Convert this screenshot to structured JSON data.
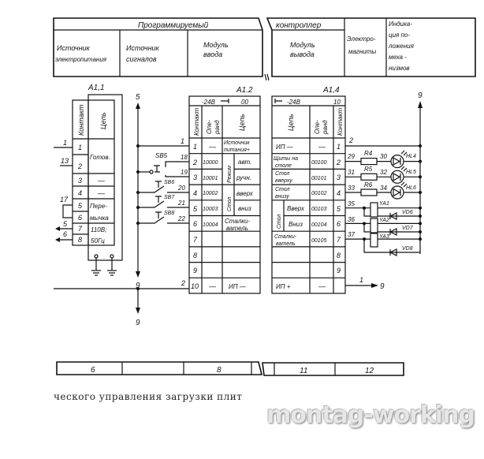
{
  "header": {
    "title_left": "Программируемый",
    "title_right": "контроллер",
    "cols": [
      {
        "l1": "Источник",
        "l2": "электропитания"
      },
      {
        "l1": "Источник",
        "l2": "сигналов"
      },
      {
        "l1": "Модуль",
        "l2": "ввода"
      },
      {
        "l1": "Модуль",
        "l2": "вывода"
      },
      {
        "l1": "Электро-",
        "l2": "магниты"
      },
      {
        "l1": "Индика-",
        "l2": "ция по-",
        "l3": "ложения",
        "l4": "меха -",
        "l5": "низмов"
      }
    ]
  },
  "a11": {
    "label": "A1,1",
    "col_contact": "Контакт",
    "col_circuit": "Цепь",
    "rows": [
      "1",
      "2",
      "3",
      "4",
      "5",
      "6",
      "7",
      "8"
    ],
    "c_ready": "Готов.",
    "c_dash3": "—",
    "c_dash4": "—",
    "c_jumper1": "Пере-",
    "c_jumper2": "мычка",
    "c_power1": "110В;",
    "c_power2": "50Гц",
    "wires": {
      "w1": "1",
      "w13": "13",
      "w17": "17",
      "w5": "5",
      "w6": "6"
    }
  },
  "signals": {
    "bus_top": "5",
    "bus_bottom": "9",
    "down_arrow": "9",
    "sb5": "SB5",
    "sb6": "SB6",
    "sb7": "SB7",
    "sb8": "SB8",
    "wires": {
      "w1": "1",
      "w18": "18",
      "w19": "19",
      "w20": "20",
      "w21": "21",
      "w22": "22",
      "w2": "2"
    }
  },
  "a12": {
    "label": "A1.2",
    "top_left": "-24В",
    "top_right": "00",
    "col_contact": "Контакт",
    "col_operand1": "Опе-",
    "col_operand2": "ранд",
    "col_circuit": "Цепь",
    "contacts": [
      "1",
      "2",
      "3",
      "4",
      "5",
      "6",
      "7",
      "8",
      "9",
      "10"
    ],
    "operands": [
      "—",
      "10000",
      "10001",
      "10002",
      "10003",
      "10004"
    ],
    "op10": "—",
    "c1a": "Источник",
    "c1b": "питания+",
    "mode": "Режим",
    "auto": "авт.",
    "manual": "ручн.",
    "table": "Стол",
    "up": "вверх",
    "down": "вниз",
    "pusher1": "Сталки-",
    "pusher2": "ватель",
    "c10": "ИП —"
  },
  "a14": {
    "label": "A1,4",
    "top_left": "-24В",
    "top_right": "10",
    "col_contact": "Контакт",
    "col_operand1": "Опе-",
    "col_operand2": "ранд",
    "col_circuit": "Цепь",
    "contacts": [
      "1",
      "2",
      "3",
      "4",
      "5",
      "6",
      "7",
      "8",
      "9",
      ""
    ],
    "operands": [
      "—",
      "00100",
      "00101",
      "00102",
      "00103",
      "00104",
      "00105"
    ],
    "op10": "—",
    "c1": "ИП —",
    "c2a": "Щиты на",
    "c2b": "столе",
    "c3a": "Стол",
    "c3b": "вверху",
    "c4a": "Стол",
    "c4b": "внизу",
    "table": "Стол",
    "up": "Вверх",
    "down": "Вниз",
    "pusher1": "Сталки-",
    "pusher2": "ватель",
    "c10": "ИП   +"
  },
  "outputs": {
    "bus_top": "9",
    "out_arrow": "9",
    "wires": {
      "w2": "2",
      "w29": "29",
      "w30": "30",
      "w31": "31",
      "w32": "32",
      "w33": "33",
      "w34": "34",
      "w35": "35",
      "w36": "36",
      "w37": "37",
      "w1": "1"
    },
    "r4": "R4",
    "r5": "R5",
    "r6": "R6",
    "hl4": "HL4",
    "hl5": "HL5",
    "hl6": "HL6",
    "ya1": "YA1",
    "ya2": "YA2",
    "ya3": "YA3",
    "vd6": "VD6",
    "vd7": "VD7",
    "vd8": "VD8"
  },
  "bottom_bar": [
    "6",
    "8",
    "11",
    "12"
  ],
  "caption": "ческого управления загрузки плит",
  "watermark": "montag-working"
}
